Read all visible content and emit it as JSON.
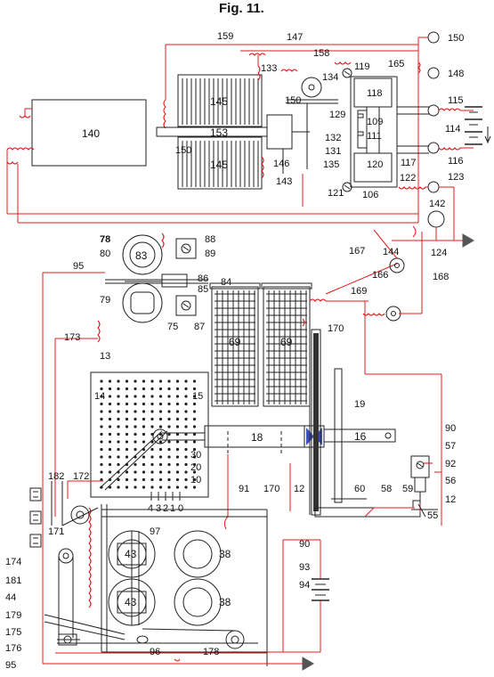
{
  "title": "Fig. 11.",
  "labels": {
    "l150a": "150",
    "l147": "147",
    "l159": "159",
    "l158": "158",
    "l165": "165",
    "l148": "148",
    "l119": "119",
    "l133": "133",
    "l134": "134",
    "l118": "118",
    "l115": "115",
    "l129": "129",
    "l145a": "145",
    "l145b": "145",
    "l150b": "150",
    "l150c": "150",
    "l153": "153",
    "l132": "132",
    "l109": "109",
    "l111": "111",
    "l114": "114",
    "l131": "131",
    "l116": "116",
    "l146": "146",
    "l135": "135",
    "l120": "120",
    "l117": "117",
    "l143": "143",
    "l121": "121",
    "l106": "106",
    "l122": "122",
    "l123": "123",
    "l140": "140",
    "l142": "142",
    "l78": "78",
    "l83": "83",
    "l88": "88",
    "l89": "89",
    "l167": "167",
    "l144": "144",
    "l124": "124",
    "l80": "80",
    "l95a": "95",
    "l166": "166",
    "l168": "168",
    "l86": "86",
    "l84": "84",
    "l85": "85",
    "l79": "79",
    "l169": "169",
    "l75": "75",
    "l87": "87",
    "l69a": "69",
    "l69b": "69",
    "l170a": "170",
    "l173": "173",
    "l13": "13",
    "l14": "14",
    "l15": "15",
    "l19": "19",
    "l18": "18",
    "l16": "16",
    "l90a": "90",
    "l57": "57",
    "l30": "30",
    "l92": "92",
    "l20": "20",
    "l56": "56",
    "l172": "172",
    "l182": "182",
    "l10": "10",
    "l12a": "12",
    "l60": "60",
    "l58": "58",
    "l59": "59",
    "l12b": "12",
    "l55": "55",
    "l91": "91",
    "l170b": "170",
    "l4": "4",
    "l3": "3",
    "l2": "2",
    "l1": "1",
    "l0": "0",
    "l171": "171",
    "l97": "97",
    "l90b": "90",
    "l174": "174",
    "l43a": "43",
    "l38a": "38",
    "l93": "93",
    "l181": "181",
    "l94": "94",
    "l44": "44",
    "l43b": "43",
    "l38b": "38",
    "l179": "179",
    "l175": "175",
    "l96": "96",
    "l178": "178",
    "l176": "176",
    "l95b": "95"
  },
  "colors": {
    "wire": "#e01b1b",
    "line": "#222222",
    "accent": "#3e51c0"
  }
}
